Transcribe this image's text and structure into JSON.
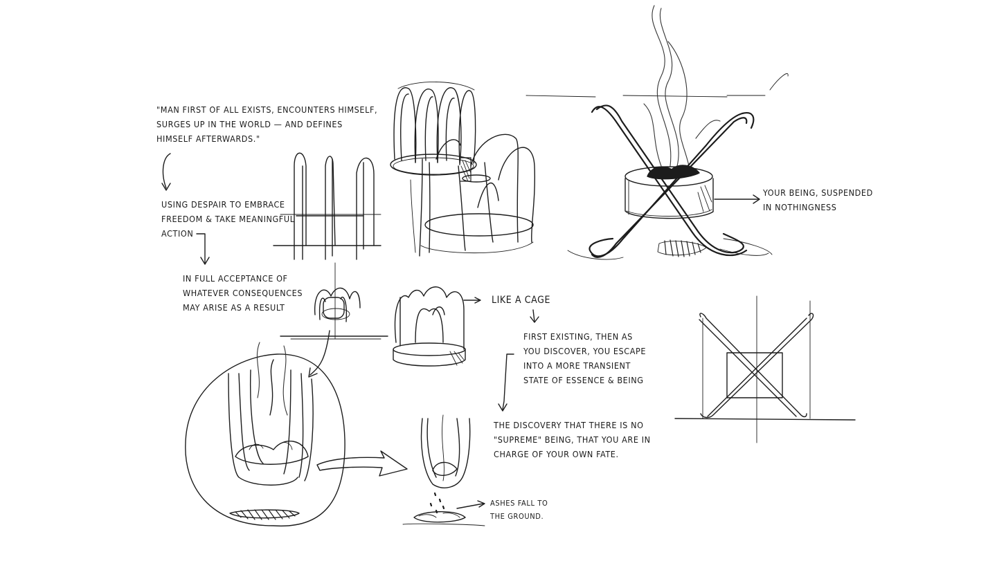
{
  "notes": {
    "quote": [
      "\"Man first of all exists, encounters himself,",
      "surges up in the world — and defines",
      "himself afterwards.\""
    ],
    "despair": [
      "Using despair to embrace",
      "freedom & take meaningful",
      "action"
    ],
    "acceptance": [
      "In full acceptance of",
      "whatever consequences",
      "may arise as a result"
    ],
    "being": [
      "Your being, suspended",
      "in nothingness"
    ],
    "cage": [
      "Like a cage"
    ],
    "existing": [
      "First existing, then as",
      "you discover, you escape",
      "into a more transient",
      "state of essence & being"
    ],
    "discovery": [
      "The discovery that there is no",
      "\"supreme\" being, that you are in",
      "charge of your own fate."
    ],
    "ashes": [
      "Ashes fall to",
      "the ground."
    ]
  },
  "colors": {
    "ink": "#1c1c1c",
    "paper": "#ffffff"
  }
}
